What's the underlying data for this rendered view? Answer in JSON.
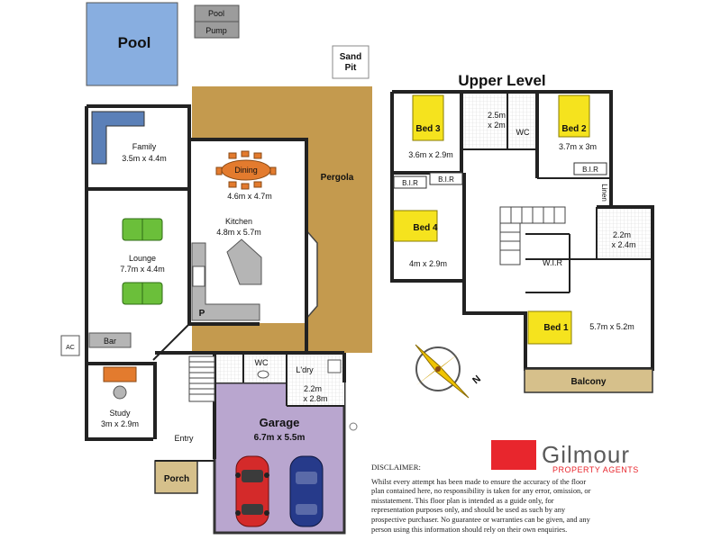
{
  "rooms": {
    "pool": "Pool",
    "pool_pump_1": "Pool",
    "pool_pump_2": "Pump",
    "sand_pit_1": "Sand",
    "sand_pit_2": "Pit",
    "family_name": "Family",
    "family_dim": "3.5m x 4.4m",
    "dining_name": "Dining",
    "dining_dim": "4.6m x 4.7m",
    "pergola": "Pergola",
    "kitchen_name": "Kitchen",
    "kitchen_dim": "4.8m x 5.7m",
    "lounge_name": "Lounge",
    "lounge_dim": "7.7m x 4.4m",
    "pantry": "P",
    "ac": "AC",
    "bar": "Bar",
    "study_name": "Study",
    "study_dim": "3m x 2.9m",
    "entry": "Entry",
    "porch": "Porch",
    "wc_ground": "WC",
    "laundry": "L'dry",
    "laundry_dim_1": "2.2m",
    "laundry_dim_2": "x 2.8m",
    "garage_name": "Garage",
    "garage_dim": "6.7m x 5.5m"
  },
  "upper": {
    "title": "Upper Level",
    "bed3": "Bed 3",
    "bed3_dim": "3.6m x 2.9m",
    "bath_dim_1": "2.5m",
    "bath_dim_2": "x 2m",
    "wc": "WC",
    "bed2": "Bed 2",
    "bed2_dim": "3.7m x 3m",
    "bir_1": "B.I.R",
    "bir_2": "B.I.R",
    "bir_3": "B.I.R",
    "linen": "Linen",
    "bed4": "Bed 4",
    "bed4_dim": "4m x 2.9m",
    "ens_dim_1": "2.2m",
    "ens_dim_2": "x 2.4m",
    "wir": "W.I.R",
    "bed1": "Bed 1",
    "bed1_dim": "5.7m x 5.2m",
    "balcony": "Balcony"
  },
  "compass": {
    "north": "N"
  },
  "brand": {
    "name": "Gilmour",
    "tagline": "PROPERTY AGENTS",
    "accent": "#e8262d"
  },
  "disclaimer": {
    "heading": "DISCLAIMER:",
    "body": "Whilst every attempt has been made to ensure the accuracy of the floor plan contained here, no responsibility is taken for any error, omission, or misstatement. This floor plan is intended as a guide only, for representation purposes only, and should be used as such by any prospective purchaser. No guarantee or warranties can be given, and any person using this information should rely on their own enquiries."
  },
  "colors": {
    "pool": "#88aee0",
    "pergola": "#c49a4e",
    "garage": "#b9a6cf",
    "balcony": "#d6c08b",
    "bed": "#f5e31e",
    "sofa": "#6bbf3a",
    "sofa_family": "#5b80b8"
  }
}
